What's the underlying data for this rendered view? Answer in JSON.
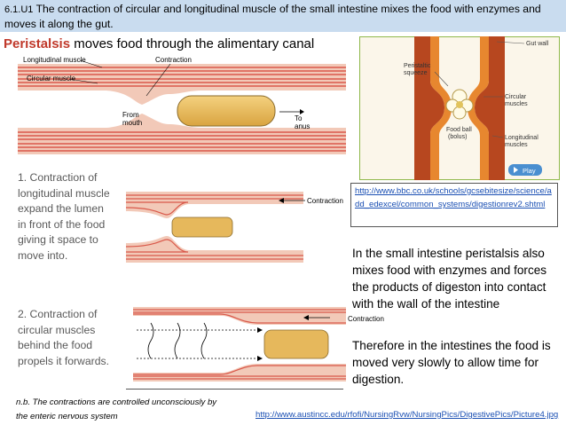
{
  "header": {
    "code": "6.1.U1",
    "text": " The contraction of circular and longitudinal muscle of the small intestine mixes the food with enzymes and moves it along the gut."
  },
  "title": {
    "keyword": "Peristalsis",
    "rest": " moves food through the alimentary canal"
  },
  "main_figure": {
    "labels": {
      "longitudinal": "Longitudinal muscle",
      "circular": "Circular muscle",
      "contraction": "Contraction",
      "from_mouth": "From\nmouth",
      "to_anus": "To\nanus"
    }
  },
  "bbc_figure": {
    "labels": {
      "gut_wall": "Gut wall",
      "peristaltic_squeeze": "Peristaltic\nsqueeze",
      "circular_muscles": "Circular\nmuscles",
      "food_ball": "Food ball\n(bolus)",
      "longitudinal_muscles": "Longitudinal\nmuscles",
      "play": "Play"
    }
  },
  "step_figures": {
    "contraction_label_1": "Contraction",
    "contraction_label_2": "Contraction"
  },
  "steps": {
    "step1": "1. Contraction of longitudinal muscle expand the lumen in front of the food giving it space to move into.",
    "step2": "2. Contraction of circular muscles behind the food propels it forwards."
  },
  "links": {
    "bbc": "http://www.bbc.co.uk/schools/gcsebitesize/science/add_edexcel/common_systems/digestionrev2.shtml",
    "austincc": "http://www.austincc.edu/rfofi/NursingRvw/NursingPics/DigestivePics/Picture4.jpg"
  },
  "paragraphs": {
    "p1": "In the small intestine peristalsis also mixes food with enzymes and forces the products of digeston into contact with the wall of the intestine",
    "p2": "Therefore in the intestines the food is moved very slowly to allow time for digestion."
  },
  "footnote": "n.b. The contractions are controlled unconsciously by the enteric nervous system",
  "colors": {
    "header_bg": "#c9dcef",
    "title_keyword": "#c0392b",
    "muscle_red": "#d9584a",
    "wall_pink": "#f2c9b8",
    "bolus": "#e6b85c",
    "link": "#1a4fb3"
  }
}
